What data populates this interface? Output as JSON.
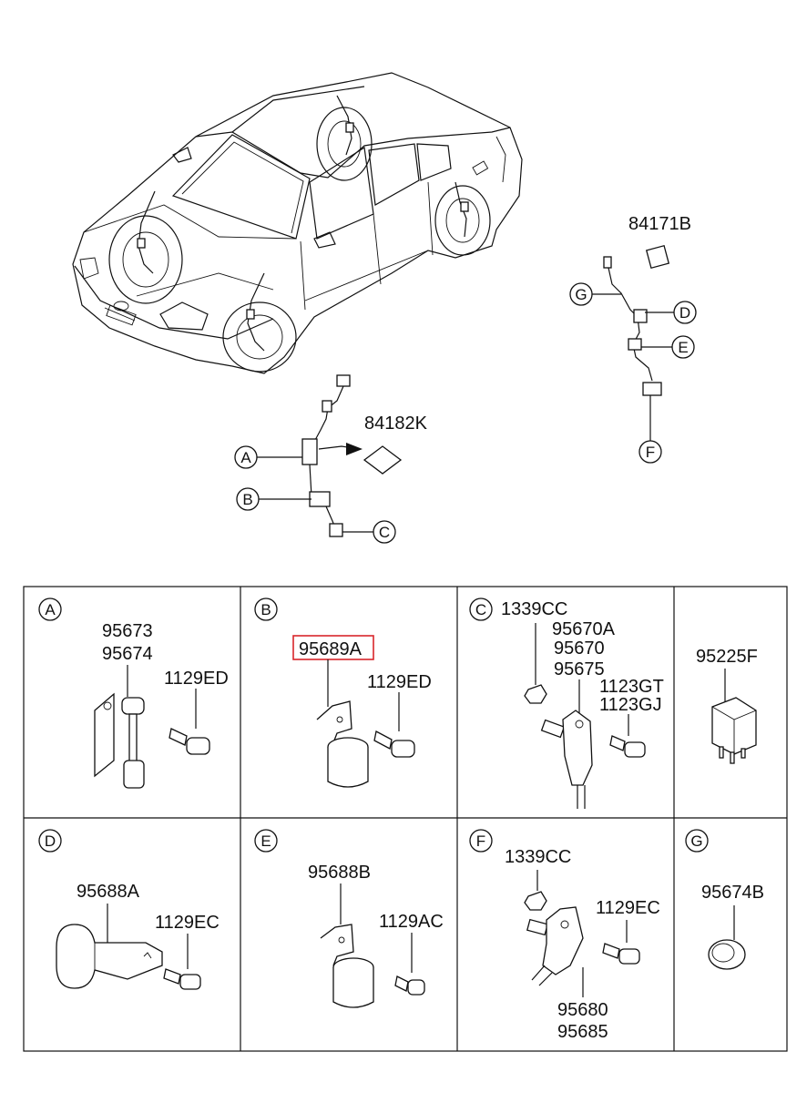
{
  "overview": {
    "parts": {
      "sticker_right": "84171B",
      "sticker_front": "84182K"
    },
    "callouts": {
      "a": "A",
      "b": "B",
      "c": "C",
      "d": "D",
      "e": "E",
      "f": "F",
      "g": "G"
    }
  },
  "panels": {
    "a": {
      "letter": "A",
      "part1": "95673",
      "part2": "95674",
      "bolt": "1129ED"
    },
    "b": {
      "letter": "B",
      "part": "95689A",
      "bolt": "1129ED"
    },
    "c": {
      "letter": "C",
      "nut": "1339CC",
      "part1": "95670A",
      "part2": "95670",
      "part3": "95675",
      "bolt1": "1123GT",
      "bolt2": "1123GJ"
    },
    "relay": {
      "part": "95225F"
    },
    "d": {
      "letter": "D",
      "part": "95688A",
      "bolt": "1129EC"
    },
    "e": {
      "letter": "E",
      "part": "95688B",
      "bolt": "1129AC"
    },
    "f": {
      "letter": "F",
      "nut": "1339CC",
      "bolt": "1129EC",
      "part1": "95680",
      "part2": "95685"
    },
    "g": {
      "letter": "G",
      "part": "95674B"
    }
  },
  "highlight_color": "#d9262b"
}
